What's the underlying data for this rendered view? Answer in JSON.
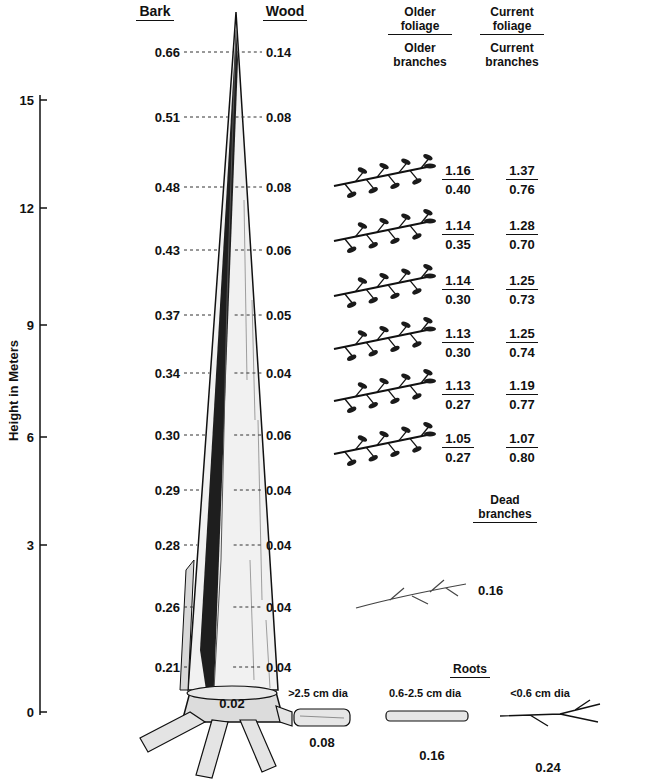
{
  "diagram": {
    "labels": [
      "Bark",
      "Wood",
      "Older foliage",
      "Older branches",
      "Current foliage",
      "Current branches",
      "15",
      "12",
      "9",
      "6",
      "3",
      "0",
      "Height in Meters",
      "0.66",
      "0.51",
      "0.48",
      "0.43",
      "0.37",
      "0.34",
      "0.30",
      "0.29",
      "0.28",
      "0.26",
      "0.21",
      "0.14",
      "0.08",
      "0.08",
      "0.06",
      "0.05",
      "0.04",
      "0.06",
      "0.04",
      "0.04",
      "0.04",
      "0.04",
      "1.16",
      "0.40",
      "1.37",
      "0.76",
      "1.14",
      "0.35",
      "1.28",
      "0.70",
      "1.14",
      "0.30",
      "1.25",
      "0.73",
      "1.13",
      "0.30",
      "1.25",
      "0.74",
      "1.13",
      "0.27",
      "1.19",
      "0.77",
      "1.05",
      "0.27",
      "1.07",
      "0.80",
      "Dead branches",
      "0.16",
      "0.02",
      "Roots",
      ">2.5 cm dia",
      "0.6-2.5 cm dia",
      "<0.6 cm dia",
      "0.08",
      "0.16",
      "0.24"
    ]
  }
}
